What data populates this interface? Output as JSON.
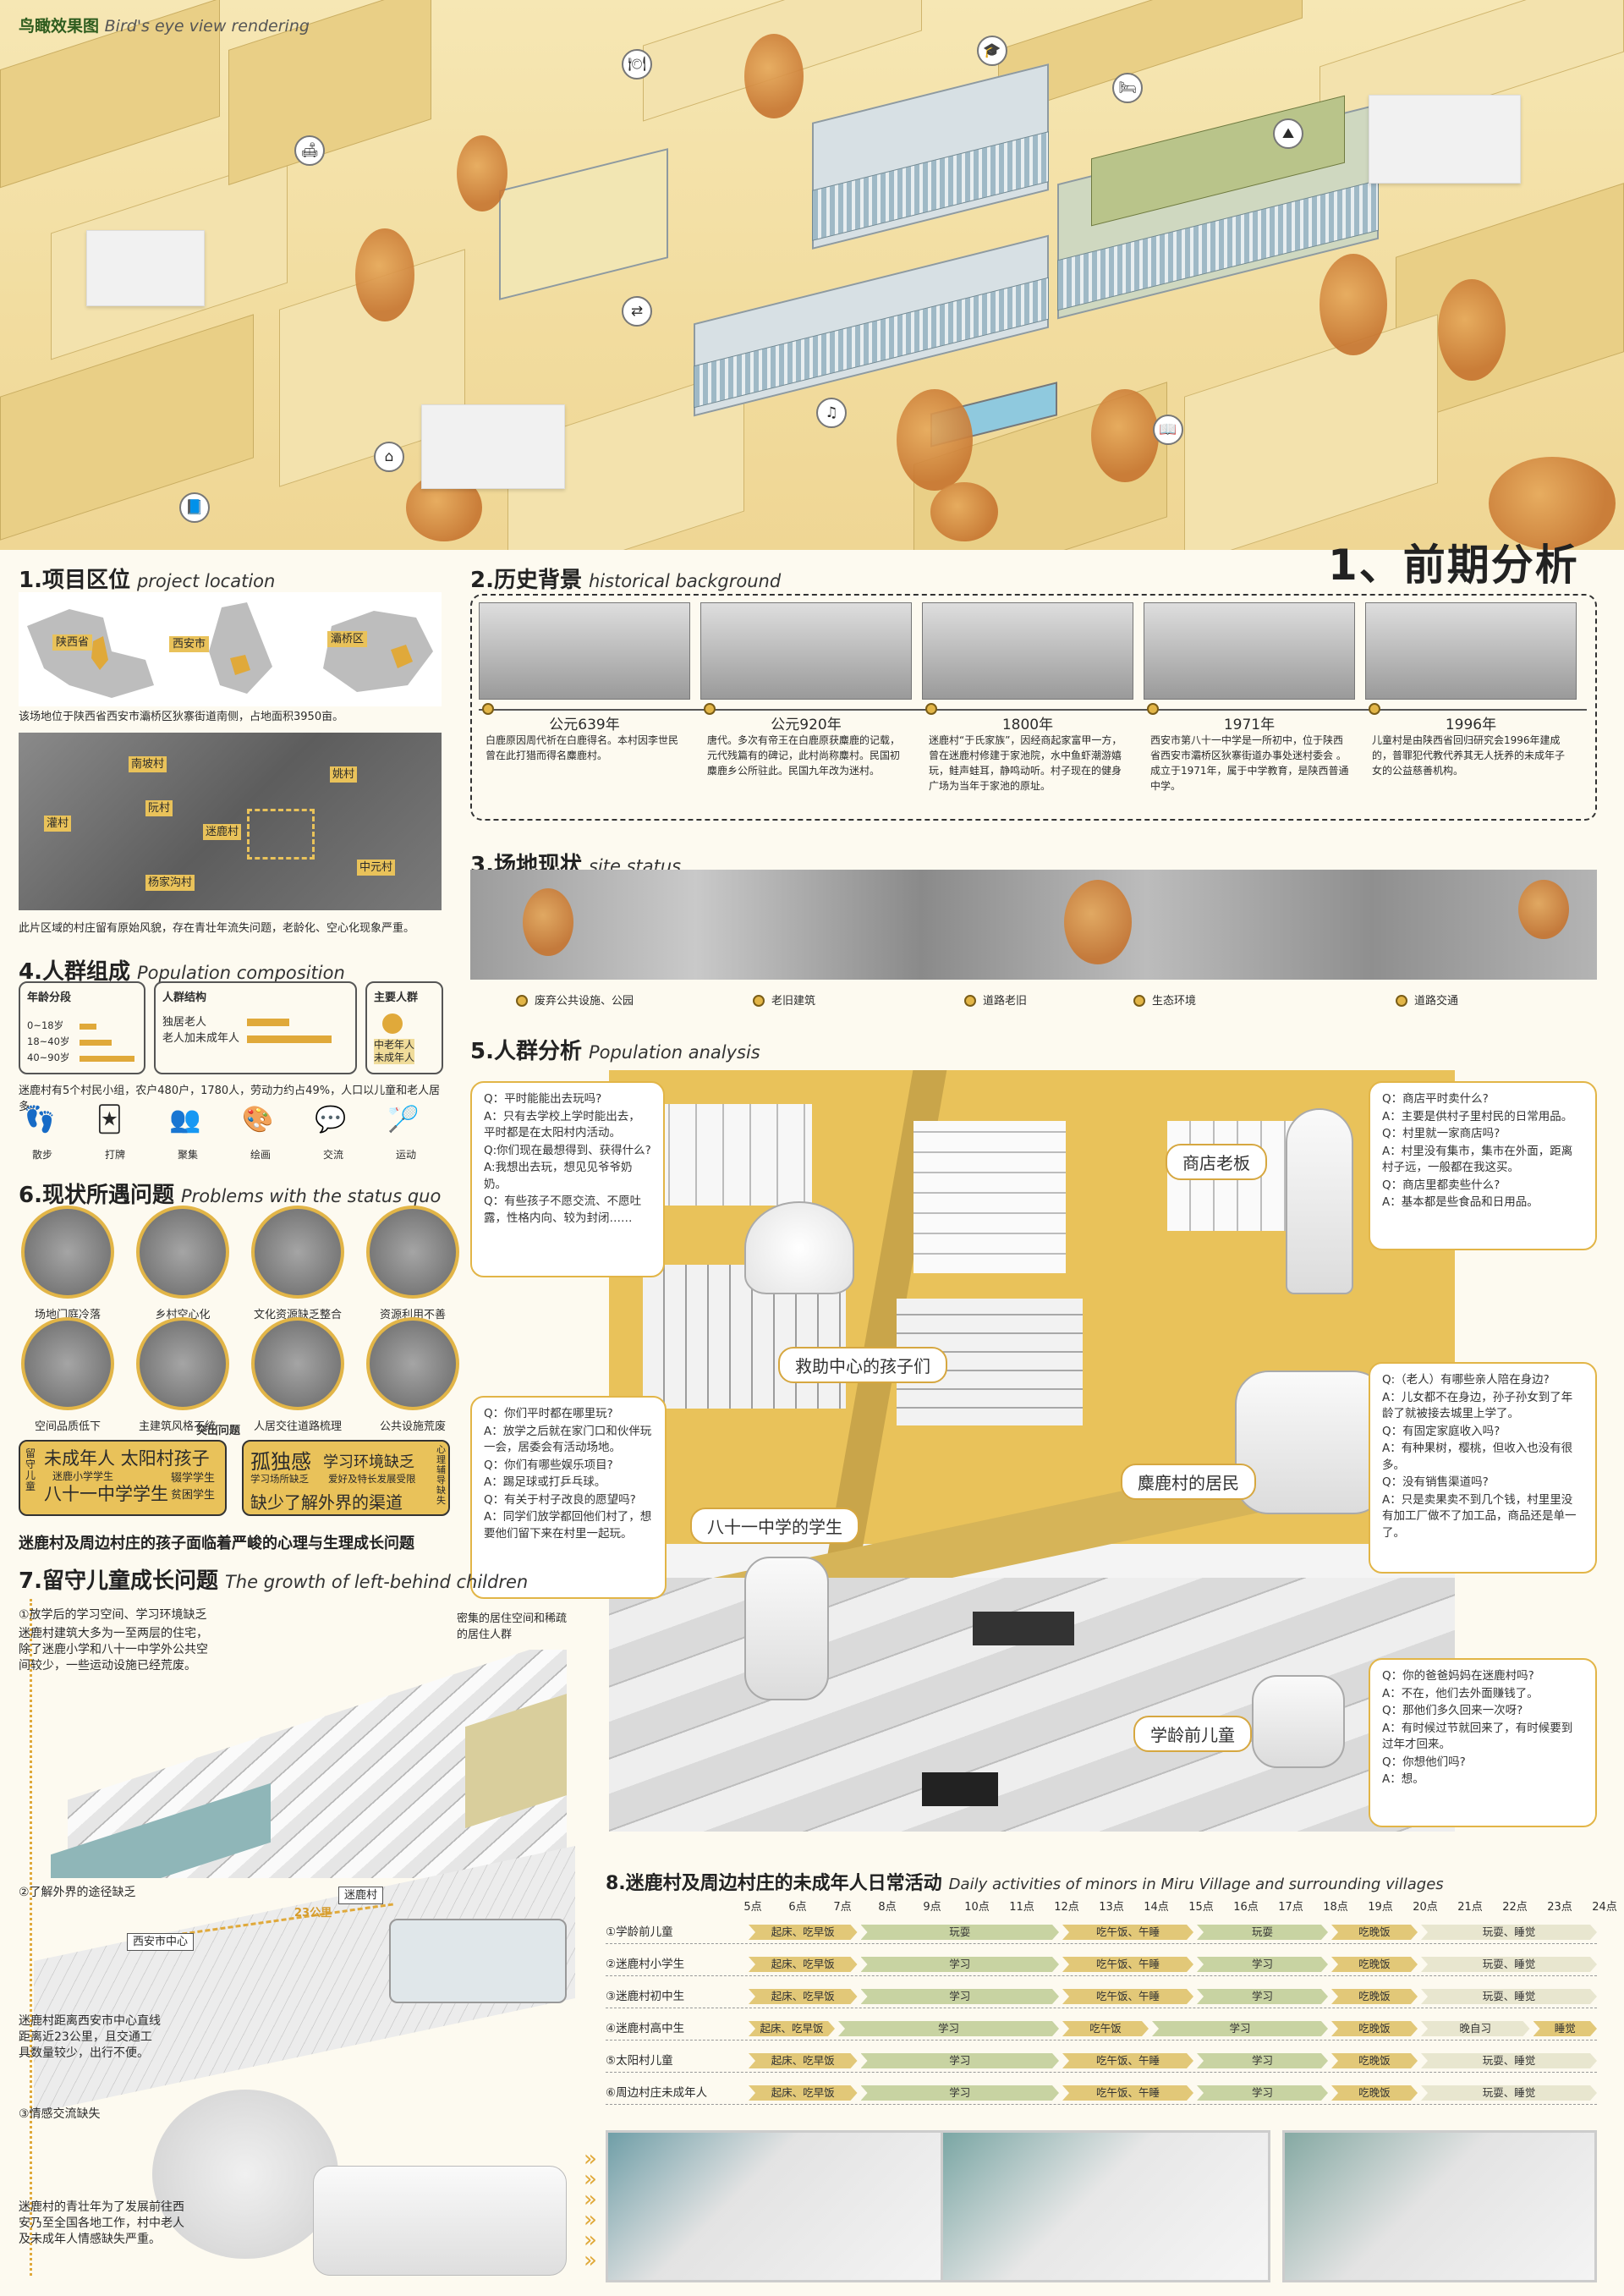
{
  "hero": {
    "title_cn": "鸟瞰效果图",
    "title_en": "Bird's eye view rendering",
    "main_title": "1、前期分析"
  },
  "s1": {
    "cn": "1.项目区位",
    "en": "project location",
    "maps": [
      "陕西省",
      "西安市",
      "灞桥区"
    ],
    "desc1": "该场地位于陕西省西安市灞桥区狄寨街道南侧，占地面积3950亩。",
    "villages": [
      "南坡村",
      "姚村",
      "灌村",
      "阮村",
      "迷鹿村",
      "杨家沟村",
      "中元村"
    ],
    "desc2": "此片区域的村庄留有原始风貌，存在青壮年流失问题，老龄化、空心化现象严重。"
  },
  "s2": {
    "cn": "2.历史背景",
    "en": "historical background",
    "events": [
      {
        "year": "公元639年",
        "text": "白鹿原因周代祈在白鹿得名。本村因李世民曾在此打猎而得名麋鹿村。"
      },
      {
        "year": "公元920年",
        "text": "唐代。多次有帝王在白鹿原获麋鹿的记载，元代残篇有的碑记，此村尚称麋村。民国初麋鹿乡公所驻此。民国九年改为迷村。"
      },
      {
        "year": "1800年",
        "text": "迷鹿村“于氏家族”，因经商起家富甲一方，曾在迷鹿村修建于家池院，水中鱼虾潮游嬉玩，鲑声蛙耳，静鸣动听。村子现在的健身广场为当年于家池的原址。"
      },
      {
        "year": "1971年",
        "text": "西安市第八十一中学是一所初中，位于陕西省西安市灞桥区狄寨街道办事处迷村委会 。成立于1971年，属于中学教育，是陕西普通中学。"
      },
      {
        "year": "1996年",
        "text": "儿童村是由陕西省回归研究会1996年建成的，普罪犯代教代养其无人抚养的未成年子女的公益慈善机构。"
      }
    ]
  },
  "s3": {
    "cn": "3.场地现状",
    "en": "site status",
    "labels": [
      "废弃公共设施、公园",
      "老旧建筑",
      "道路老旧",
      "生态环境",
      "道路交通"
    ]
  },
  "s4": {
    "cn": "4.人群组成",
    "en": "Population composition",
    "age_title": "年龄分段",
    "ages": [
      "0~18岁",
      "18~40岁",
      "40~90岁"
    ],
    "struct_title": "人群结构",
    "structs": [
      "独居老人",
      "老人加未成年人"
    ],
    "main_title": "主要人群",
    "main": "中老年人\n未成年人",
    "summary": "迷鹿村有5个村民小组，农户480户，1780人，劳动力约占49%，人口以儿童和老人居多。",
    "activities": [
      {
        "icon": "footprint-icon",
        "glyph": "👣",
        "label": "散步"
      },
      {
        "icon": "cards-icon",
        "glyph": "🃏",
        "label": "打牌"
      },
      {
        "icon": "gather-icon",
        "glyph": "👥",
        "label": "聚集"
      },
      {
        "icon": "palette-icon",
        "glyph": "🎨",
        "label": "绘画"
      },
      {
        "icon": "chat-icon",
        "glyph": "💬",
        "label": "交流"
      },
      {
        "icon": "racket-icon",
        "glyph": "🏸",
        "label": "运动"
      }
    ]
  },
  "s6": {
    "cn": "6.现状所遇问题",
    "en": "Problems with the status quo",
    "problems": [
      "场地门庭冷落",
      "乡村空心化",
      "文化资源缺乏整合",
      "资源利用不善",
      "空间品质低下",
      "主建筑风格不统一",
      "人居交往道路梳理",
      "公共设施荒废"
    ],
    "highlight": "突出问题",
    "chip1": {
      "l1": "留守儿童",
      "l2": "未成年人 太阳村孩子",
      "l3": "迷鹿小学学生",
      "l4": "八十一中学学生",
      "l5": "辍学学生",
      "l6": "贫困学生"
    },
    "chip2": {
      "l1": "孤独感",
      "l2": "学习环境缺乏",
      "l3": "学习场所缺乏",
      "l4": "爱好及特长发展受限",
      "l5": "缺少了解外界的渠道",
      "l6": "心理辅导缺失"
    },
    "conclusion": "迷鹿村及周边村庄的孩子面临着严峻的心理与生理成长问题"
  },
  "s5": {
    "cn": "5.人群分析",
    "en": "Population analysis",
    "tags": [
      "商店老板",
      "救助中心的孩子们",
      "麋鹿村的居民",
      "八十一中学的学生",
      "学龄前儿童"
    ],
    "q1": [
      "Q：平时能能出去玩吗?",
      "A：只有去学校上学时能出去，平时都是在太阳村内活动。",
      "Q:你们现在最想得到、获得什么?",
      "A:我想出去玩，想见见爷爷奶奶。",
      "Q：有些孩子不愿交流、不愿吐露，性格内向、较为封闭……"
    ],
    "q2": [
      "Q：商店平时卖什么?",
      "A：主要是供村子里村民的日常用品。",
      "Q：村里就一家商店吗?",
      "A：村里没有集市，集市在外面，距离村子远，一般都在我这买。",
      "Q：商店里都卖些什么?",
      "A：基本都是些食品和日用品。"
    ],
    "q3": [
      "Q：你们平时都在哪里玩?",
      "A：放学之后就在家门口和伙伴玩一会，居委会有活动场地。",
      "Q：你们有哪些娱乐项目?",
      "A：踢足球或打乒乓球。",
      "Q：有关于村子改良的愿望吗?",
      "A：同学们放学都回他们村了，想要他们留下来在村里一起玩。"
    ],
    "q4": [
      "Q:（老人）有哪些亲人陪在身边?",
      "A：儿女都不在身边，孙子孙女到了年龄了就被接去城里上学了。",
      "Q：有固定家庭收入吗?",
      "A：有种果树，樱桃，但收入也没有很多。",
      "Q：没有销售渠道吗?",
      "A：只是卖果卖不到几个钱，村里里没有加工厂做不了加工品，商品还是单一了。"
    ],
    "q5": [
      "Q：你的爸爸妈妈在迷鹿村吗?",
      "A：不在，他们去外面赚钱了。",
      "Q：那他们多久回来一次呀?",
      "A：有时候过节就回来了，有时候要到过年才回来。",
      "Q：你想他们吗?",
      "A：想。"
    ]
  },
  "s7": {
    "cn": "7.留守儿童成长问题",
    "en": "The growth of left-behind children",
    "p1_title": "①放学后的学习空间、学习环境缺乏",
    "p1_text": "迷鹿村建筑大多为一至两层的住宅，除了迷鹿小学和八十一中学外公共空间较少，一些运动设施已经荒废。",
    "p1_side": "密集的居住空间和稀疏的居住人群",
    "p2_title": "②了解外界的途径缺乏",
    "p2_labels": [
      "迷鹿村",
      "23公里",
      "西安市中心"
    ],
    "p2_text": "迷鹿村距离西安市中心直线距离近23公里，且交通工具数量较少，出行不便。",
    "p3_title": "③情感交流缺失",
    "p3_text": "迷鹿村的青壮年为了发展前往西安乃至全国各地工作，村中老人及未成年人情感缺失严重。"
  },
  "s8": {
    "cn": "8.迷鹿村及周边村庄的未成年人日常活动",
    "en": "Daily activities of minors in Miru Village and surrounding villages",
    "hours": [
      "5点",
      "6点",
      "7点",
      "8点",
      "9点",
      "10点",
      "11点",
      "12点",
      "13点",
      "14点",
      "15点",
      "16点",
      "17点",
      "18点",
      "19点",
      "20点",
      "21点",
      "22点",
      "23点",
      "24点"
    ],
    "rows": [
      {
        "label": "①学龄前儿童",
        "bars": [
          "起床、吃早饭",
          "玩耍",
          "吃午饭、午睡",
          "玩耍",
          "吃晚饭",
          "玩耍、睡觉"
        ]
      },
      {
        "label": "②迷鹿村小学生",
        "bars": [
          "起床、吃早饭",
          "学习",
          "吃午饭、午睡",
          "学习",
          "吃晚饭",
          "玩耍、睡觉"
        ]
      },
      {
        "label": "③迷鹿村初中生",
        "bars": [
          "起床、吃早饭",
          "学习",
          "吃午饭、午睡",
          "学习",
          "吃晚饭",
          "玩耍、睡觉"
        ]
      },
      {
        "label": "④迷鹿村高中生",
        "bars": [
          "起床、吃早饭",
          "学习",
          "吃午饭",
          "学习",
          "吃晚饭",
          "晚自习",
          "睡觉"
        ]
      },
      {
        "label": "⑤太阳村儿童",
        "bars": [
          "起床、吃早饭",
          "学习",
          "吃午饭、午睡",
          "学习",
          "吃晚饭",
          "玩耍、睡觉"
        ]
      },
      {
        "label": "⑥周边村庄未成年人",
        "bars": [
          "起床、吃早饭",
          "学习",
          "吃午饭、午睡",
          "学习",
          "吃晚饭",
          "玩耍、睡觉"
        ]
      }
    ]
  }
}
